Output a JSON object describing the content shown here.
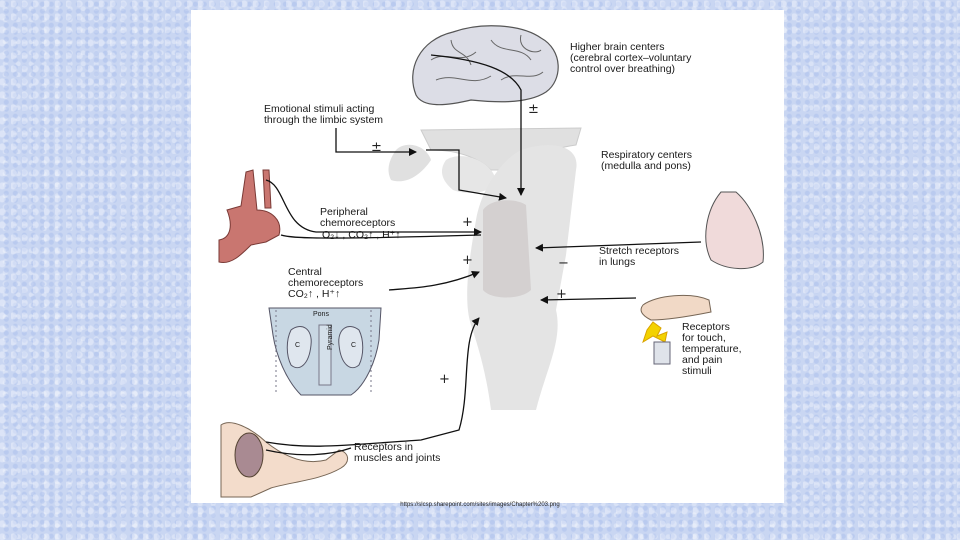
{
  "labels": {
    "higher_brain": "Higher brain centers\n(cerebral cortex–voluntary\ncontrol over breathing)",
    "emotional": "Emotional stimuli acting\nthrough the limbic system",
    "respiratory": "Respiratory centers\n(medulla and pons)",
    "peripheral": "Peripheral\nchemoreceptors",
    "peripheral_stimuli": "O₂↓ , CO₂↑ , H⁺↑",
    "stretch": "Stretch receptors\nin lungs",
    "central": "Central\nchemoreceptors\nCO₂↑ , H⁺↑",
    "touch": "Receptors\nfor touch,\ntemperature,\nand pain\nstimuli",
    "muscles": "Receptors in\nmuscles and joints",
    "pons": "Pons",
    "pyramid": "Pyramid",
    "c_left": "C",
    "c_right": "C"
  },
  "signs": {
    "higher": "±",
    "emotional": "±",
    "peripheral": "+",
    "central": "+",
    "stretch": "−",
    "touch": "+",
    "muscles": "+"
  },
  "source_url": "https://slcsp.sharepoint.com/sites/images/Chapter%203.png"
}
